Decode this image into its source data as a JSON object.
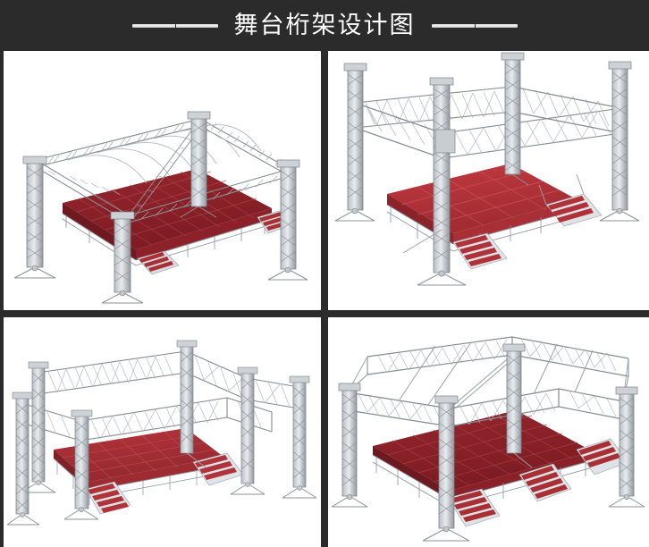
{
  "header": {
    "title": "舞台桁架设计图",
    "left_rule": "decorative-rule",
    "right_rule": "decorative-rule",
    "background_color": "#2b2b2b",
    "title_color": "#ffffff"
  },
  "palette": {
    "background": "#2b2b2b",
    "panel_background": "#ffffff",
    "truss_light": "#d2d6da",
    "truss_mid": "#a9aeb4",
    "truss_dark": "#7d848b",
    "truss_outline": "#6c7379",
    "stage_red_dark": "#8b2028",
    "stage_red": "#a82f33",
    "stage_red_light": "#bb3b3f",
    "stage_grid_line": "#9a3b40",
    "stair_tread": "#a82f33",
    "stair_riser": "#d8dce0"
  },
  "panels": [
    {
      "id": "panel-1",
      "name": "arched-roof-truss",
      "caption": "",
      "roof_type": "arched",
      "stage_color": "#8b2028",
      "stair_sets": 2,
      "towers": 4,
      "stage_grid_cols": 8,
      "stage_grid_rows": 5
    },
    {
      "id": "panel-2",
      "name": "flat-roof-tower-truss",
      "caption": "",
      "roof_type": "flat",
      "stage_color": "#b03238",
      "stair_sets": 2,
      "towers": 4,
      "stage_grid_cols": 4,
      "stage_grid_rows": 3
    },
    {
      "id": "panel-3",
      "name": "gable-roof-truss",
      "caption": "",
      "roof_type": "gable",
      "stage_color": "#a82f33",
      "stair_sets": 2,
      "towers": 6,
      "stage_grid_cols": 6,
      "stage_grid_rows": 4
    },
    {
      "id": "panel-4",
      "name": "large-peaked-roof-truss",
      "caption": "",
      "roof_type": "peaked",
      "stage_color": "#8b2028",
      "stair_sets": 3,
      "towers": 4,
      "stage_grid_cols": 7,
      "stage_grid_rows": 5
    }
  ]
}
